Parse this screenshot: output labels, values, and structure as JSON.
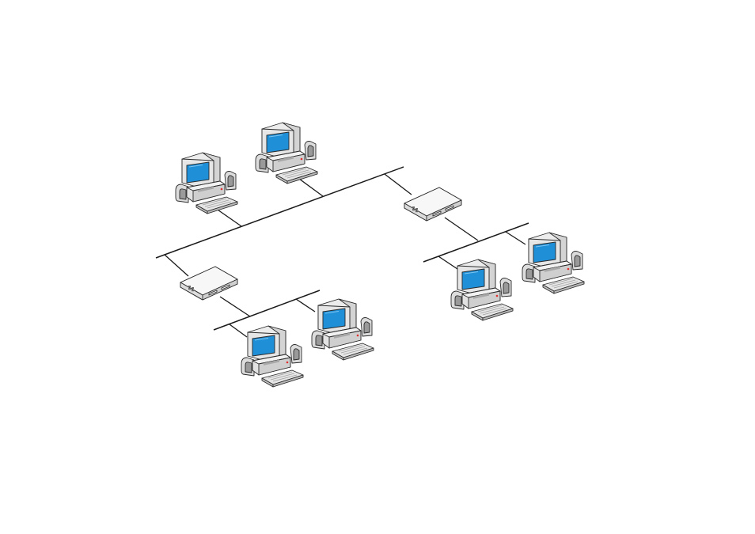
{
  "diagram": {
    "type": "network-topology",
    "node_icon": "desktop-computer-icon",
    "hub_icon": "network-hub-icon",
    "colors": {
      "screen": "#1f8fd8",
      "screen_frame": "#e6e6e6",
      "case_light": "#ececec",
      "case_mid": "#d4d4d4",
      "case_dark": "#bdbdbd",
      "line": "#1a1a1a",
      "led": "#e03030"
    },
    "segments": [
      {
        "id": "backbone",
        "computers": 2,
        "hubs": 2
      },
      {
        "id": "left-lan",
        "computers": 2,
        "hubs": 1
      },
      {
        "id": "right-lan",
        "computers": 2,
        "hubs": 1
      }
    ]
  }
}
